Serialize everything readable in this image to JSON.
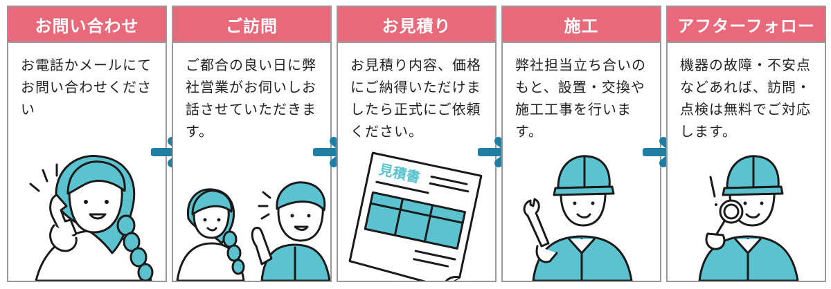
{
  "colors": {
    "header_bg": "#e8697a",
    "arrow": "#1f7ea1",
    "accent": "#5bc3d0"
  },
  "steps": [
    {
      "title": "お問い合わせ",
      "body": "お電話かメールにてお問い合わせください",
      "illustration": "woman-on-phone"
    },
    {
      "title": "ご訪問",
      "body": "ご都合の良い日に弊社営業がお伺いしお話させていただきます。",
      "illustration": "woman-and-sales-staff"
    },
    {
      "title": "お見積り",
      "body": "お見積り内容、価格にご納得いただけましたら正式にご依頼ください。",
      "illustration": "estimate-document",
      "doc_label": "見積書"
    },
    {
      "title": "施工",
      "body": "弊社担当立ち合いのもと、設置・交換や施工工事を行います。",
      "illustration": "worker-with-wrench"
    },
    {
      "title": "アフターフォロー",
      "body": "機器の故障・不安点などあれば、訪問・点検は無料でご対応します。",
      "illustration": "worker-with-magnifier"
    }
  ],
  "arrow_icon": "arrow-right-icon"
}
